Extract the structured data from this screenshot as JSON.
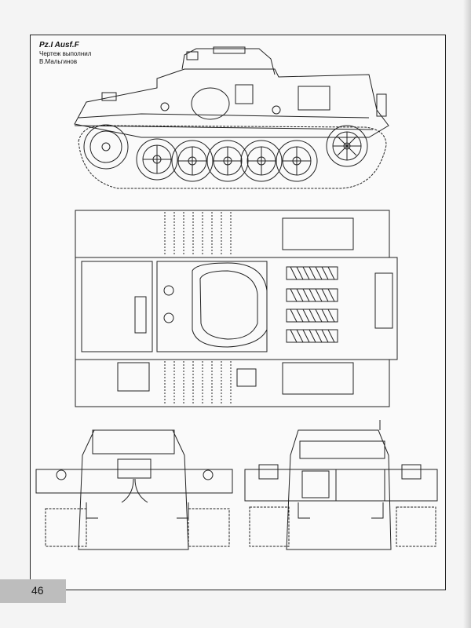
{
  "drawing": {
    "title": "Pz.I Ausf.F",
    "credit_line1": "Чертеж выполнил",
    "credit_line2": "В.Мальгинов"
  },
  "page": {
    "number": "46"
  }
}
